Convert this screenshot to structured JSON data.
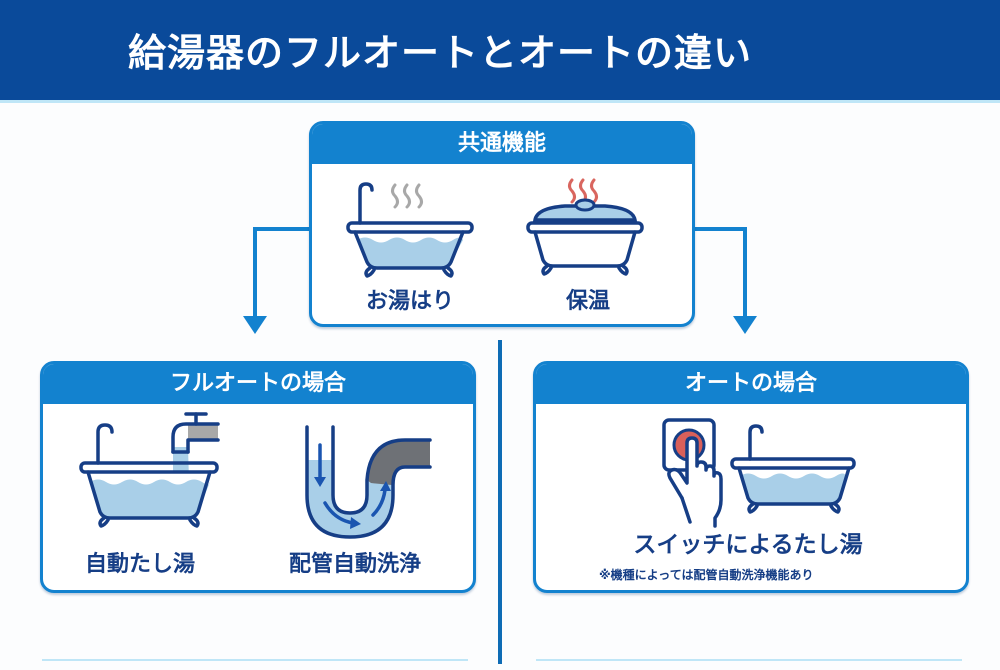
{
  "header": {
    "title": "給湯器のフルオートとオートの違い"
  },
  "colors": {
    "header_bg": "#0a4a9a",
    "accent": "#1382cf",
    "text": "#163e86",
    "water": "#a9cfe8",
    "steam_grey": "#a8a8a8",
    "steam_red": "#d9665f",
    "button_red": "#d9605a"
  },
  "common": {
    "heading": "共通機能",
    "items": [
      {
        "label": "お湯はり",
        "icon": "bathtub-steam-icon"
      },
      {
        "label": "保温",
        "icon": "pot-steam-icon"
      }
    ]
  },
  "full_auto": {
    "heading": "フルオートの場合",
    "items": [
      {
        "label": "自動たし湯",
        "icon": "bathtub-faucet-icon"
      },
      {
        "label": "配管自動洗浄",
        "icon": "pipe-cleaning-icon"
      }
    ]
  },
  "auto": {
    "heading": "オートの場合",
    "label": "スイッチによるたし湯",
    "icon": "switch-press-bathtub-icon",
    "note": "※機種によっては配管自動洗浄機能あり"
  }
}
